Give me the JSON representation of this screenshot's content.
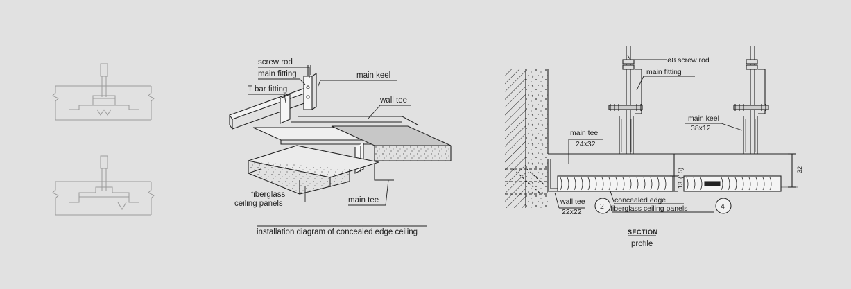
{
  "installation": {
    "labels": {
      "screw_rod": "screw rod",
      "main_fitting": "main fitting",
      "main_keel": "main keel",
      "t_bar_fitting": "T bar fitting",
      "wall_tee": "wall tee",
      "fiberglass_line1": "fiberglass",
      "fiberglass_line2": "ceiling panels",
      "main_tee": "main tee"
    },
    "caption": "installation  diagram of concealed edge ceiling"
  },
  "section": {
    "labels": {
      "screw_rod": "ø8 screw rod",
      "main_fitting": "main fitting",
      "main_keel": "main keel",
      "main_keel_size": "38x12",
      "main_tee": "main tee",
      "main_tee_size": "24x32",
      "wall_tee": "wall tee",
      "wall_tee_size": "22x22",
      "concealed_edge": "concealed edge",
      "fiberglass": "fiberglass ceiling panels",
      "callout_2": "2",
      "callout_4": "4"
    },
    "dims": {
      "d15": "(15)",
      "d13": "13",
      "d32": "32"
    },
    "title": "SECTION",
    "subtitle": "profile"
  },
  "colors": {
    "background": "#e1e1e1",
    "ink": "#222222",
    "light_ink": "#9a9a9a",
    "panel_fill": "#c7c7c7"
  }
}
